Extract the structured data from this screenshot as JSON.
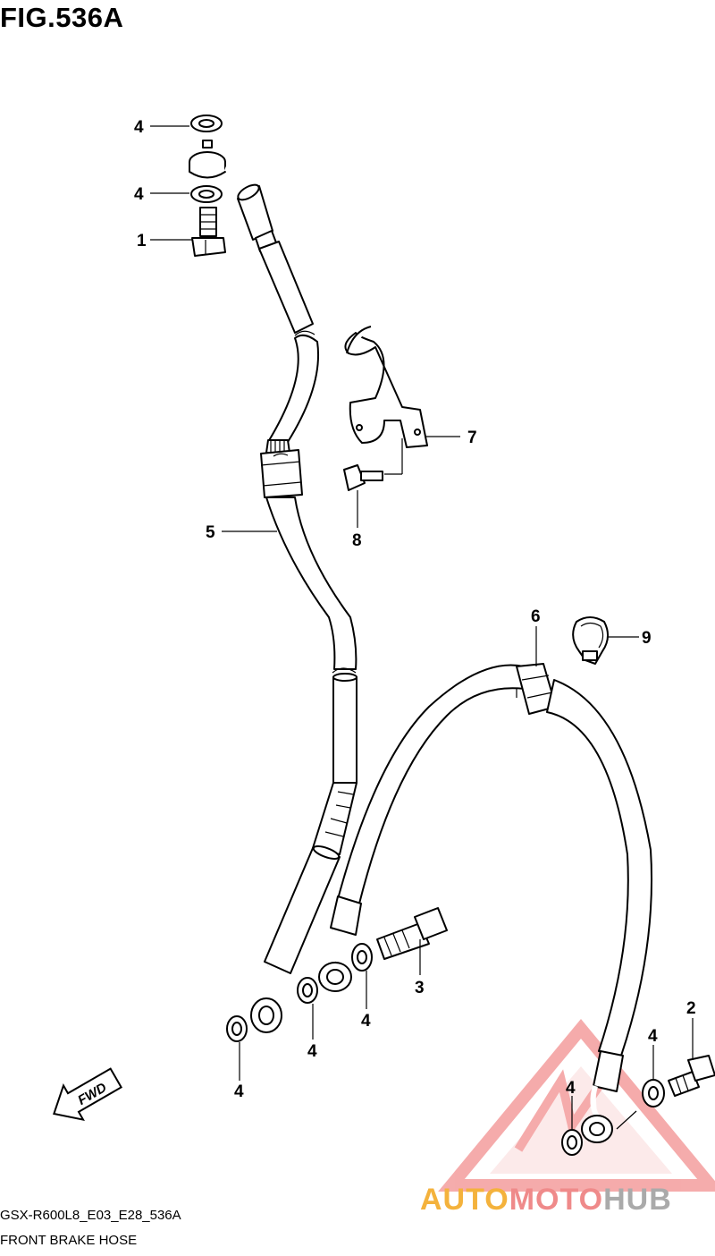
{
  "figure": {
    "title": "FIG.536A",
    "code": "GSX-R600L8_E03_E28_536A",
    "subtitle": "FRONT BRAKE HOSE"
  },
  "callouts": [
    {
      "id": "c1",
      "text": "1"
    },
    {
      "id": "c4a",
      "text": "4"
    },
    {
      "id": "c4b",
      "text": "4"
    },
    {
      "id": "c5",
      "text": "5"
    },
    {
      "id": "c7",
      "text": "7"
    },
    {
      "id": "c8",
      "text": "8"
    },
    {
      "id": "c6",
      "text": "6"
    },
    {
      "id": "c9",
      "text": "9"
    },
    {
      "id": "c3",
      "text": "3"
    },
    {
      "id": "c4c",
      "text": "4"
    },
    {
      "id": "c4d",
      "text": "4"
    },
    {
      "id": "c4e",
      "text": "4"
    },
    {
      "id": "c2",
      "text": "2"
    },
    {
      "id": "c4f",
      "text": "4"
    },
    {
      "id": "c4g",
      "text": "4"
    }
  ],
  "direction_arrow": {
    "label": "FWD"
  },
  "watermark": {
    "parts": [
      "AUTO",
      "MOTO",
      "HUB"
    ],
    "colors": {
      "auto": "#f4b23c",
      "moto": "#ef8a8a",
      "hub": "#aaaaaa",
      "triangle": "#f29090"
    }
  }
}
